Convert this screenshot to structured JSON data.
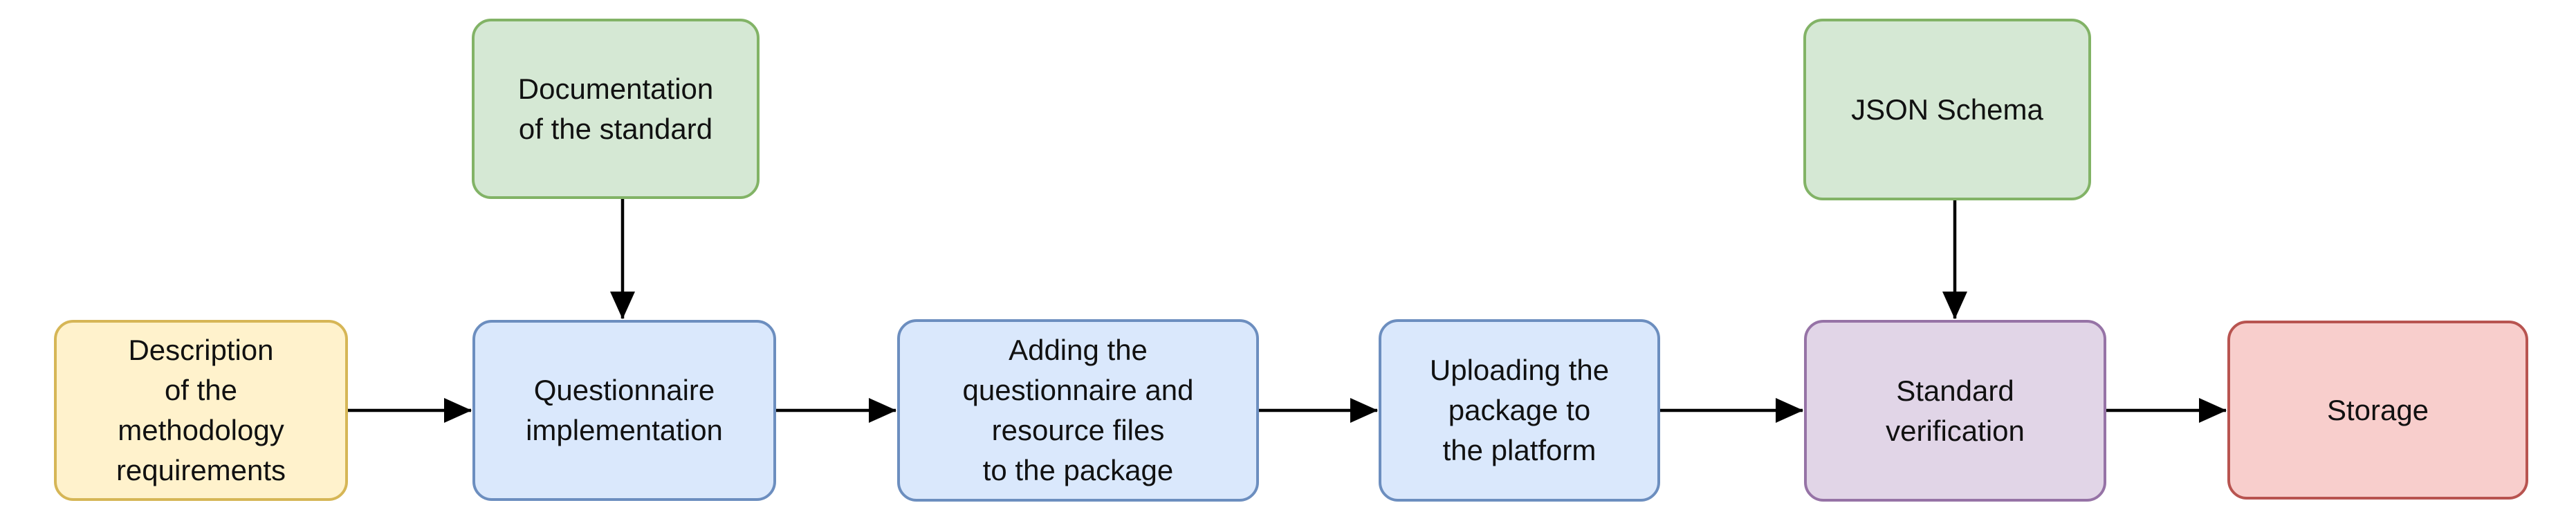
{
  "diagram": {
    "type": "flowchart",
    "edge_color": "#000000",
    "palette": {
      "yellow": {
        "fill": "#FFF2CC",
        "border": "#D6B656"
      },
      "green": {
        "fill": "#D5E8D4",
        "border": "#82B366"
      },
      "blue": {
        "fill": "#DAE8FC",
        "border": "#6C8EBF"
      },
      "purple": {
        "fill": "#E1D5E7",
        "border": "#9673A6"
      },
      "red": {
        "fill": "#F8CECC",
        "border": "#B85450"
      }
    },
    "nodes": [
      {
        "id": "methodology",
        "label": "Description\nof the\nmethodology\nrequirements",
        "color": "yellow"
      },
      {
        "id": "documentation",
        "label": "Documentation\nof the standard",
        "color": "green"
      },
      {
        "id": "questionnaire",
        "label": "Questionnaire\nimplementation",
        "color": "blue"
      },
      {
        "id": "adding",
        "label": "Adding the\nquestionnaire and\nresource files\nto the package",
        "color": "blue"
      },
      {
        "id": "uploading",
        "label": "Uploading the\npackage to\nthe platform",
        "color": "blue"
      },
      {
        "id": "jsonschema",
        "label": "JSON Schema",
        "color": "green"
      },
      {
        "id": "verification",
        "label": "Standard\nverification",
        "color": "purple"
      },
      {
        "id": "storage",
        "label": "Storage",
        "color": "red"
      }
    ],
    "edges": [
      {
        "from": "methodology",
        "to": "questionnaire"
      },
      {
        "from": "documentation",
        "to": "questionnaire"
      },
      {
        "from": "questionnaire",
        "to": "adding"
      },
      {
        "from": "adding",
        "to": "uploading"
      },
      {
        "from": "uploading",
        "to": "verification"
      },
      {
        "from": "jsonschema",
        "to": "verification"
      },
      {
        "from": "verification",
        "to": "storage"
      }
    ]
  }
}
